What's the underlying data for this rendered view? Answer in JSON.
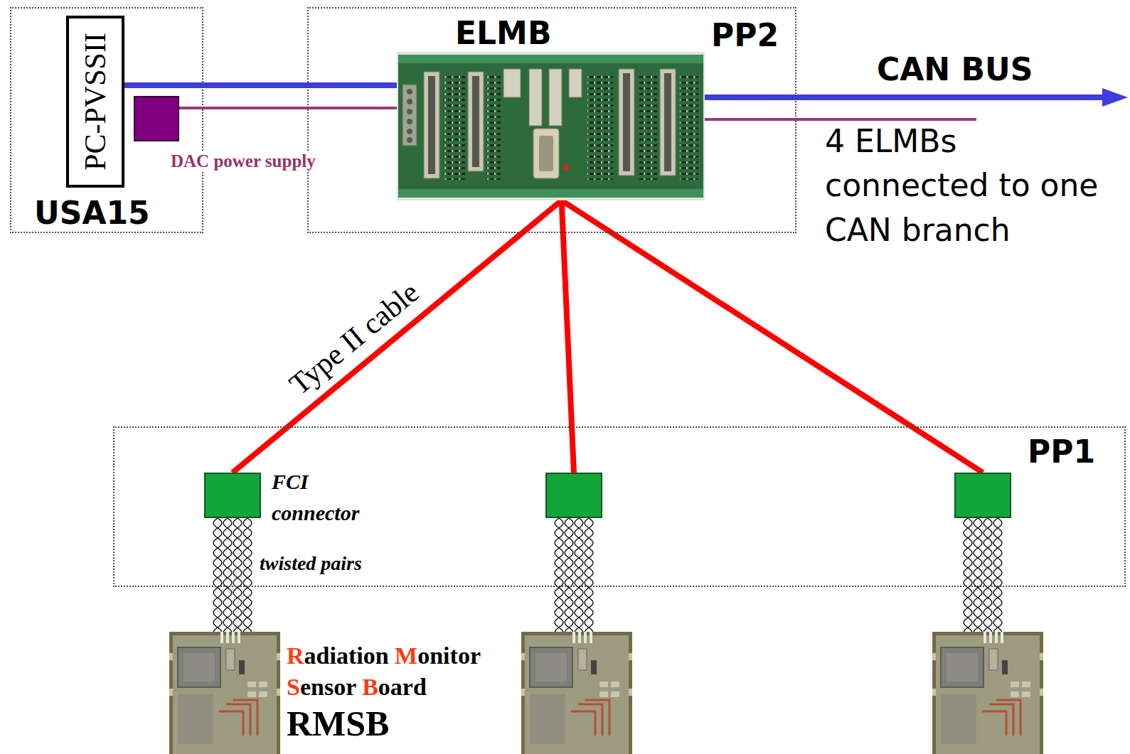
{
  "diagram": {
    "nodes": [
      {
        "text": [
          "USA15"
        ]
      },
      {
        "text": [
          "PC-PVSSII"
        ],
        "in": 0
      },
      {
        "text": [
          "DAC power supply"
        ],
        "in": 0
      },
      {
        "text": [
          "PP2"
        ]
      },
      {
        "text": [
          "ELMB"
        ],
        "in": 3
      },
      {
        "text": [
          "PP1"
        ]
      },
      {
        "text": [
          "FCI connector"
        ],
        "in": 5
      },
      {
        "text": [],
        "in": 5
      },
      {
        "text": [],
        "in": 5
      },
      {
        "text": [
          "Radiation Monitor Sensor Board",
          "RMSB"
        ]
      },
      {
        "text": []
      },
      {
        "text": []
      }
    ],
    "edges": [
      {
        "from": 1,
        "to": 4,
        "arrow": "none"
      },
      {
        "from": 2,
        "to": 4,
        "arrow": "none"
      },
      {
        "from": 4,
        "to": 6,
        "arrow": "none",
        "label": "Type II cable"
      },
      {
        "from": 4,
        "to": 7,
        "arrow": "none"
      },
      {
        "from": 4,
        "to": 8,
        "arrow": "none"
      },
      {
        "from": 6,
        "to": 9,
        "arrow": "none",
        "label": "twisted pairs"
      },
      {
        "from": 7,
        "to": 10,
        "arrow": "none"
      },
      {
        "from": 8,
        "to": 11,
        "arrow": "none"
      }
    ],
    "labels": [
      "CAN BUS",
      "4 ELMBs connected to one CAN branch"
    ]
  }
}
